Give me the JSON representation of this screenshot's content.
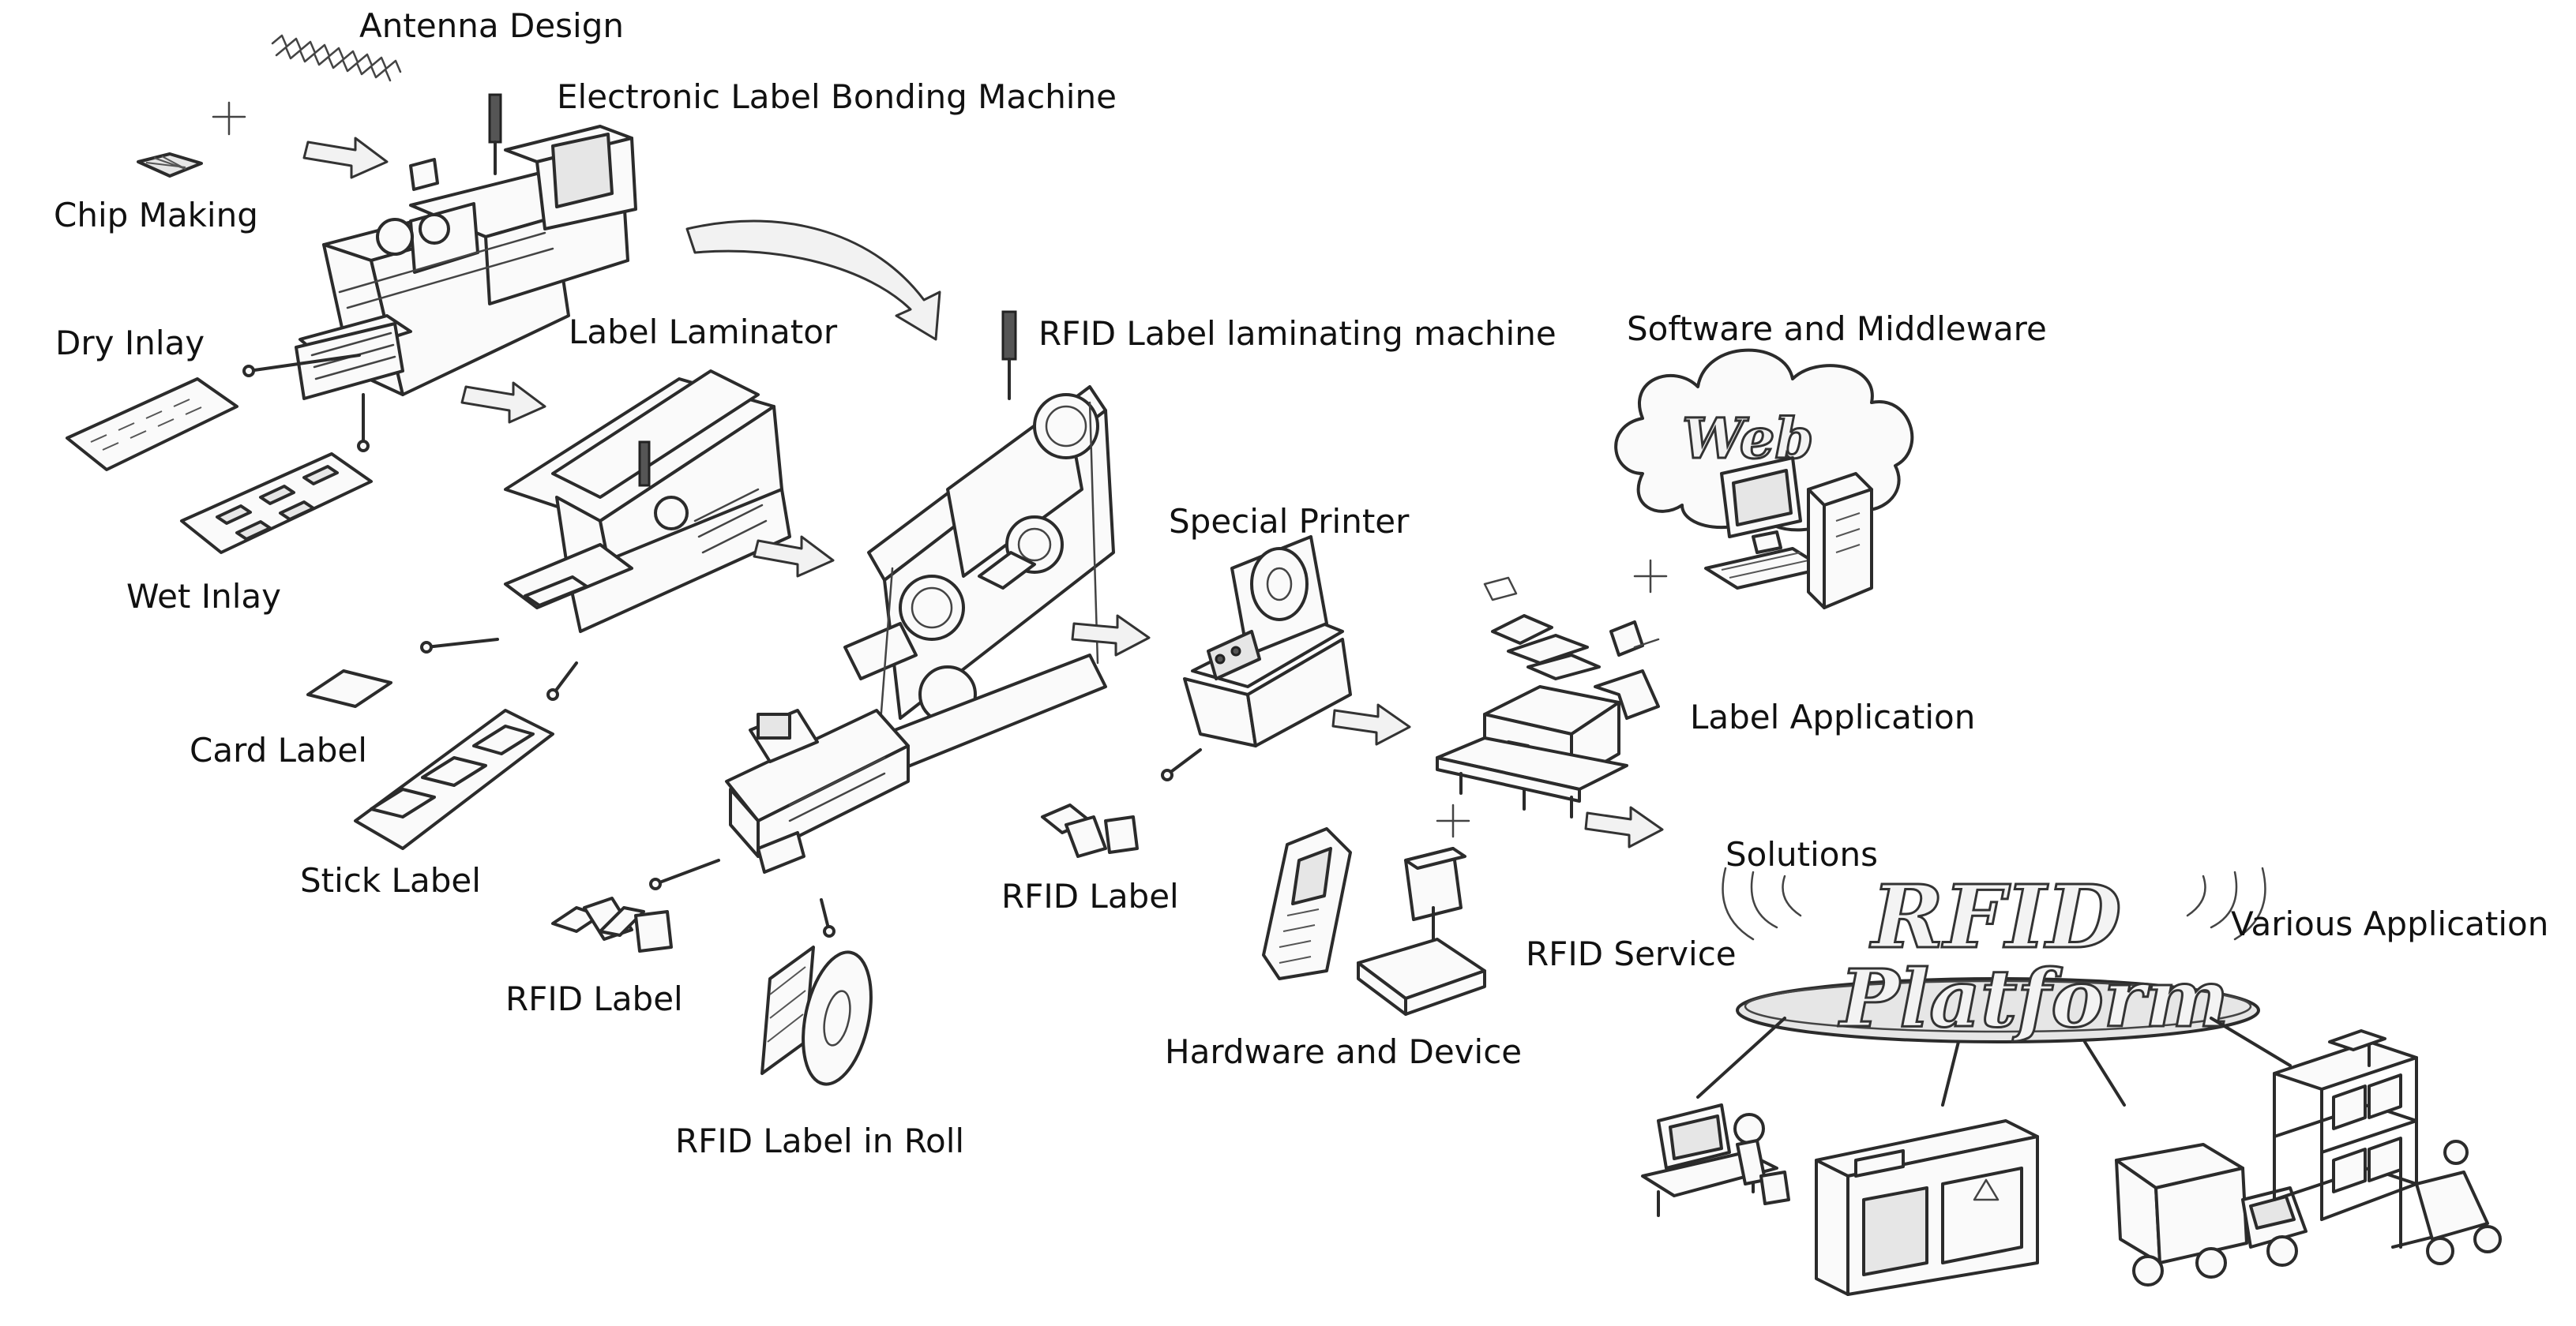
{
  "labels": {
    "antenna_design": "Antenna Design",
    "bonding_machine": "Electronic Label Bonding Machine",
    "chip_making": "Chip Making",
    "dry_inlay": "Dry Inlay",
    "wet_inlay": "Wet Inlay",
    "label_laminator": "Label Laminator",
    "card_label": "Card Label",
    "stick_label": "Stick Label",
    "rfid_label_1": "RFID Label",
    "rfid_label_roll": "RFID Label in Roll",
    "rfid_laminating_machine": "RFID Label laminating machine",
    "special_printer": "Special Printer",
    "rfid_label_2": "RFID Label",
    "hardware_device": "Hardware and Device",
    "software_middleware": "Software and Middleware",
    "label_application": "Label Application",
    "solutions": "Solutions",
    "rfid_service": "RFID Service",
    "various_application": "Various Application"
  },
  "cloud_text": "Web",
  "platform_text": {
    "line1": "RFID",
    "line2": "Platform"
  },
  "colors": {
    "ink": "#2b2b2b",
    "paper": "#ffffff",
    "text": "#111111"
  },
  "icons": [
    "antenna-coil-icon",
    "chip-icon",
    "bonding-machine-icon",
    "inlay-sheet-icon",
    "label-laminator-icon",
    "laminating-machine-icon",
    "label-roll-icon",
    "special-printer-icon",
    "handheld-reader-icon",
    "rfid-reader-icon",
    "computer-icon",
    "cloud-icon",
    "label-applicator-icon",
    "rfid-platform-icon",
    "truck-icon",
    "warehouse-rack-icon",
    "forklift-icon",
    "kiosk-icon",
    "workstation-icon"
  ]
}
